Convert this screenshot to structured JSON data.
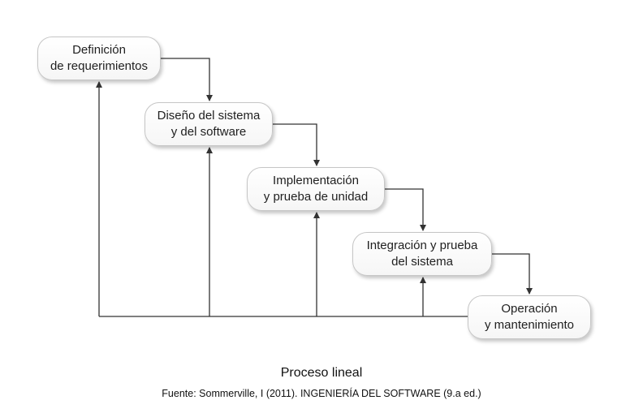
{
  "diagram": {
    "type": "waterfall-process",
    "line_color": "#333333",
    "stages": [
      {
        "line1": "Definición",
        "line2": "de requerimientos"
      },
      {
        "line1": "Diseño del sistema",
        "line2": "y del software"
      },
      {
        "line1": "Implementación",
        "line2": "y prueba de unidad"
      },
      {
        "line1": "Integración y prueba",
        "line2": "del sistema"
      },
      {
        "line1": "Operación",
        "line2": "y mantenimiento"
      }
    ]
  },
  "caption": {
    "title": "Proceso lineal",
    "source": "Fuente: Sommerville, I (2011). INGENIERÍA DEL SOFTWARE (9.a ed.)"
  }
}
